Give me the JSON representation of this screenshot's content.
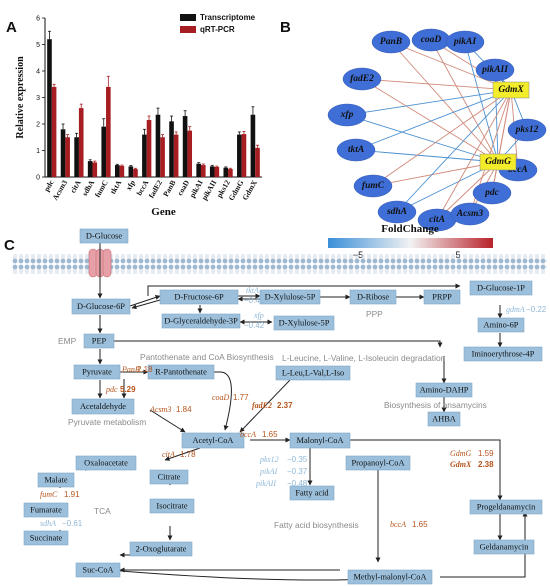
{
  "panels": {
    "a": "A",
    "b": "B",
    "c": "C"
  },
  "chart_data": {
    "type": "bar",
    "title": "",
    "xlabel": "Gene",
    "ylabel": "Relative expression",
    "ylim": [
      0,
      6
    ],
    "yticks": [
      "0",
      "1",
      "2",
      "3",
      "4",
      "5",
      "6"
    ],
    "categories": [
      "pdc",
      "Acsm3",
      "citA",
      "sdhA",
      "fumC",
      "tktA",
      "xfp",
      "bccA",
      "fadE2",
      "PanB",
      "coaD",
      "pikAI",
      "pikAII",
      "pks12",
      "GdmG",
      "GdmX"
    ],
    "series": [
      {
        "name": "Transcriptome",
        "color": "#111111",
        "values": [
          5.2,
          1.8,
          1.5,
          0.6,
          1.9,
          0.45,
          0.4,
          1.6,
          2.35,
          2.1,
          2.3,
          0.5,
          0.4,
          0.35,
          1.6,
          2.35
        ]
      },
      {
        "name": "qRT-PCR",
        "color": "#a61e22",
        "values": [
          3.4,
          1.5,
          2.6,
          0.55,
          3.4,
          0.42,
          0.3,
          2.15,
          1.5,
          1.6,
          1.75,
          0.45,
          0.38,
          0.3,
          1.62,
          1.1
        ]
      }
    ],
    "errors": [
      [
        0.3,
        0.2,
        0.15,
        0.05,
        0.3,
        0.03,
        0.03,
        0.2,
        0.25,
        0.2,
        0.2,
        0.04,
        0.04,
        0.03,
        0.1,
        0.3
      ],
      [
        0.1,
        0.1,
        0.15,
        0.05,
        0.4,
        0.03,
        0.03,
        0.15,
        0.1,
        0.1,
        0.15,
        0.04,
        0.03,
        0.03,
        0.1,
        0.1
      ]
    ],
    "legend_position": "top-right"
  },
  "network": {
    "nodes": [
      "PanB",
      "coaD",
      "pikAI",
      "pikAII",
      "fadE2",
      "xfp",
      "tktA",
      "fumC",
      "sdhA",
      "citA",
      "Acsm3",
      "pdc",
      "bccA",
      "pks12"
    ],
    "hubs": [
      "GdmX",
      "GdmG"
    ],
    "colorbar_title": "FoldChange",
    "colorbar_ticks": [
      "−5",
      "5"
    ],
    "colorbar_colors": {
      "low": "#3a8fd8",
      "mid": "#f2f2f2",
      "high": "#b8222a"
    }
  },
  "pathway": {
    "boxes": {
      "d_glucose": "D-Glucose",
      "d_glucose_6p": "D-Glucose-6P",
      "d_fructose_6p": "D-Fructose-6P",
      "d_xylulose_5p_top": "D-Xylulose-5P",
      "d_ribose": "D-Ribose",
      "prpp": "PRPP",
      "d_glucose_1p": "D-Glucose-1P",
      "d_glyceraldehyde_3p": "D-Glyceraldehyde-3P",
      "d_xylulose_5p_bottom": "D-Xylulose-5P",
      "amino_6p": "Amino-6P",
      "pep": "PEP",
      "iminoerythrose_4p": "Iminoerythrose-4P",
      "pyruvate": "Pyruvate",
      "r_pantothenate": "R-Pantothenate",
      "l_leu": "L-Leu,L-Val,L-Iso",
      "amino_dahp": "Amino-DAHP",
      "acetaldehyde": "Acetaldehyde",
      "ahba": "AHBA",
      "acetyl_coa": "Acetyl-CoA",
      "malonyl_coa": "Malonyl-CoA",
      "oxaloacetate": "Oxaloacetate",
      "citrate": "Citrate",
      "malate": "Malate",
      "propanoyl_coa": "Propanoyl-CoA",
      "fatty_acid": "Fatty acid",
      "isocitrate": "Isocitrate",
      "fumarate": "Fumarate",
      "progeldanamycin": "Progeldanamycin",
      "succinate": "Succinate",
      "oxoglutarate": "2-Oxoglutarate",
      "geldanamycin": "Geldanamycin",
      "suc_coa": "Suc-CoA",
      "methyl_malonyl_coa": "Methyl-malonyl-CoA"
    },
    "labels": {
      "emp": "EMP",
      "ppp": "PPP",
      "pantothenate": "Pantothenate and CoA Biosynthesis",
      "leucine": "L-Leucine, L-Valine, L-Isoleucin degradation",
      "pyruvate_metabolism": "Pyruvate metabolism",
      "ansamycins": "Biosynthesis of ansamycins",
      "tca": "TCA",
      "fatty_acid_bio": "Fatty acid biosynthesis"
    },
    "genes": {
      "tkta": {
        "name": "tktA",
        "value": "−0.45"
      },
      "xfp": {
        "name": "xfp",
        "value": "−0.42"
      },
      "gdma": {
        "name": "gdmA",
        "value": "−0.22"
      },
      "panb": {
        "name": "PanB",
        "value": "2.18"
      },
      "pdc": {
        "name": "pdc",
        "value": "5.29"
      },
      "coad": {
        "name": "coaD",
        "value": "1.77"
      },
      "acsm3": {
        "name": "Acsm3",
        "value": "1.84"
      },
      "fade2": {
        "name": "fadE2",
        "value": "2.37"
      },
      "bcca1": {
        "name": "bccA",
        "value": "1.65"
      },
      "cita": {
        "name": "citA",
        "value": "1.78"
      },
      "pks12": {
        "name": "pks12",
        "value": "−0.35"
      },
      "pikai": {
        "name": "pikAI",
        "value": "−0.37"
      },
      "pikaii": {
        "name": "pikAII",
        "value": "−0.48"
      },
      "gdmg": {
        "name": "GdmG",
        "value": "1.59"
      },
      "gdmx": {
        "name": "GdmX",
        "value": "2.38"
      },
      "fumc": {
        "name": "fumC",
        "value": "1.91"
      },
      "sdha": {
        "name": "sdhA",
        "value": "−0.61"
      },
      "bcca2": {
        "name": "bccA",
        "value": "1.65"
      }
    }
  }
}
